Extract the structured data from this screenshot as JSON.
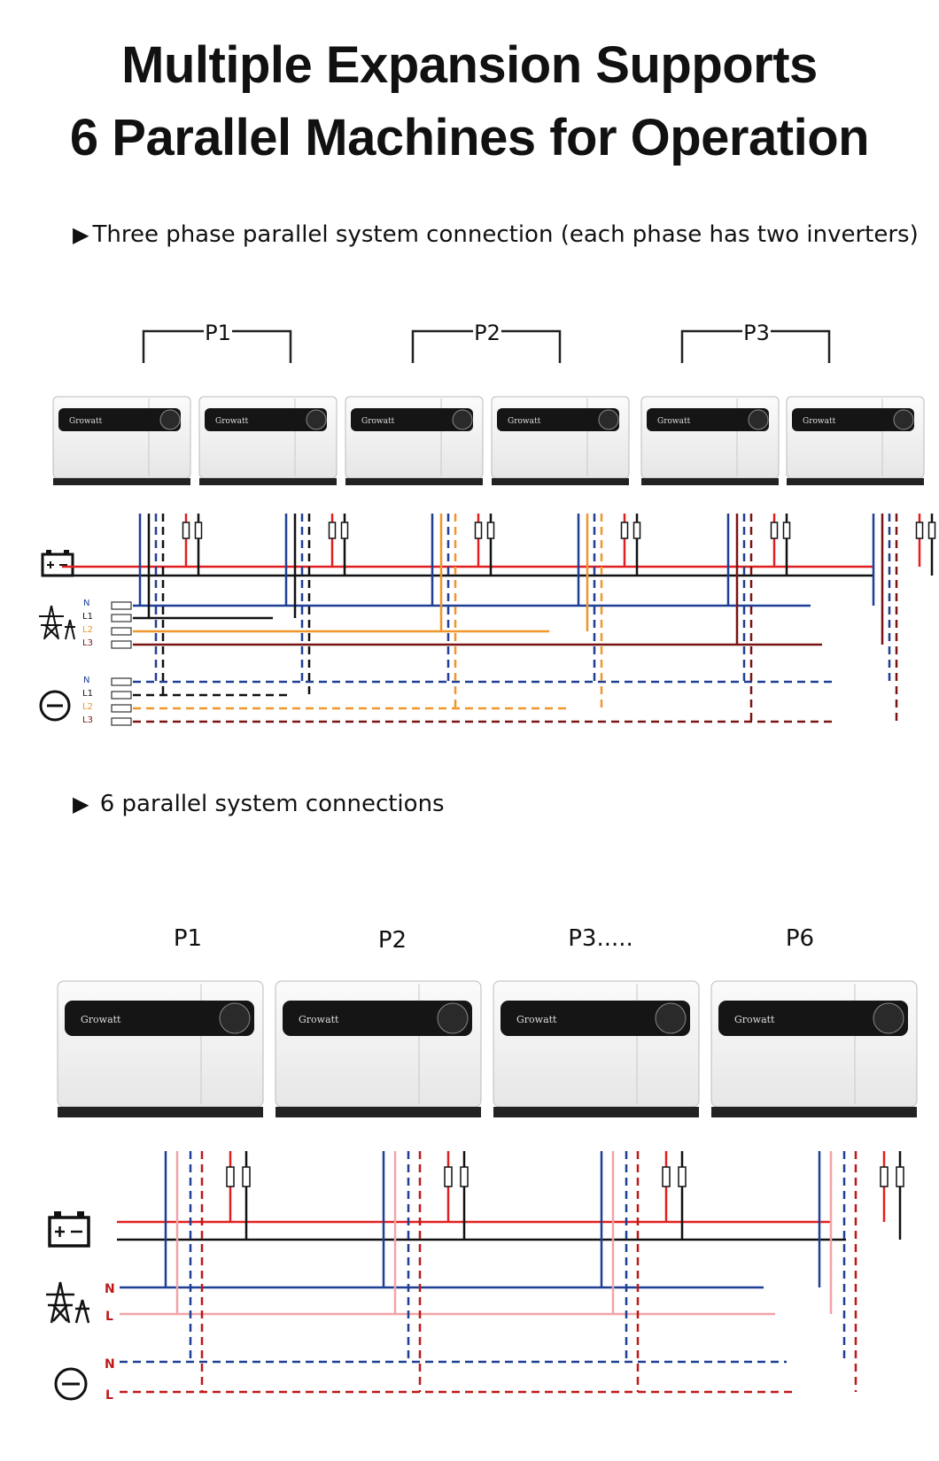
{
  "title": {
    "line1": "Multiple Expansion Supports",
    "line2": "6 Parallel Machines for Operation"
  },
  "section1": {
    "heading_marker": "▶",
    "heading": "Three phase parallel system connection (each phase has two inverters)",
    "groups": [
      "P1",
      "P2",
      "P3"
    ],
    "inverter_brand": "Growatt",
    "inverter_count": 6,
    "grid_bus_labels": [
      "N",
      "L1",
      "L2",
      "L3"
    ],
    "load_bus_labels": [
      "N",
      "L1",
      "L2",
      "L3"
    ]
  },
  "section2": {
    "heading_marker": "▶",
    "heading": "6 parallel system connections",
    "units": [
      "P1",
      "P2",
      "P3.....",
      "P6"
    ],
    "inverter_brand": "Growatt",
    "grid_bus_labels": [
      "N",
      "L"
    ],
    "load_bus_labels": [
      "N",
      "L"
    ]
  },
  "icons": [
    "battery-icon",
    "power-tower-icon",
    "load-icon"
  ],
  "colors": {
    "battery_positive": "#e02020",
    "battery_negative": "#111111",
    "neutral": "#1f3f95",
    "L1": "#111111",
    "L2": "#f0962a",
    "L3": "#7a1414",
    "single_L": "#f2a3a8",
    "load_L": "#c01818"
  }
}
